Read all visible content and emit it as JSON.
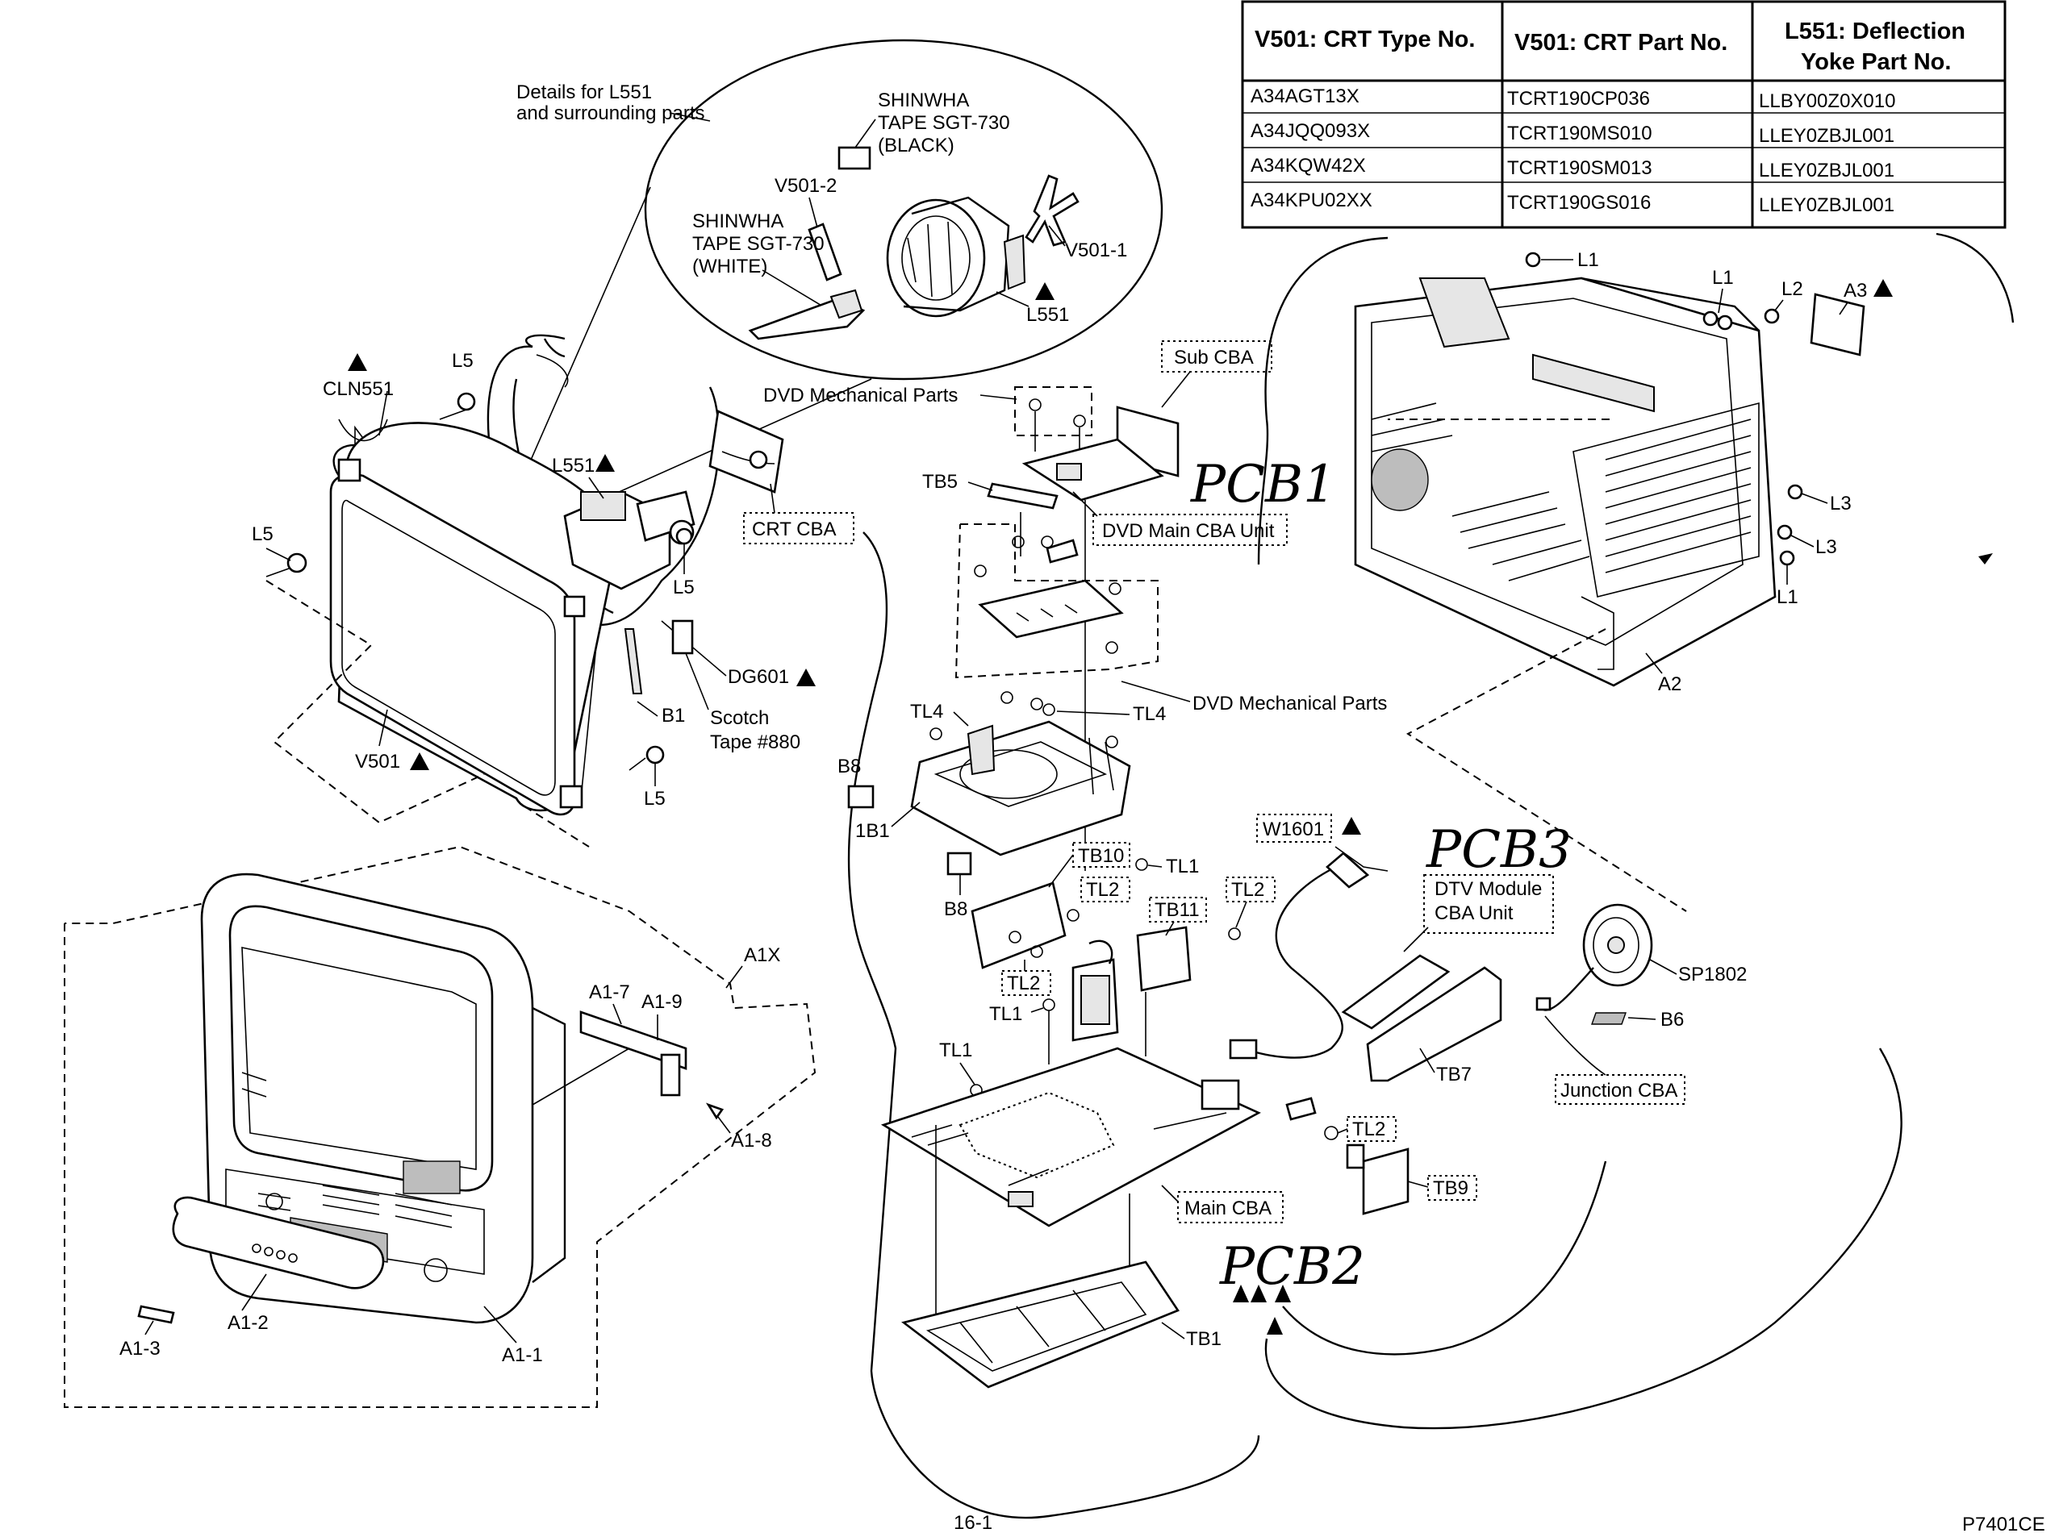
{
  "table": {
    "headers": [
      "V501: CRT Type No.",
      "V501: CRT Part No.",
      "L551: Deflection",
      "Yoke Part No."
    ],
    "rows": [
      [
        "A34AGT13X",
        "TCRT190CP036",
        "LLBY00Z0X010"
      ],
      [
        "A34JQQ093X",
        "TCRT190MS010",
        "LLEY0ZBJL001"
      ],
      [
        "A34KQW42X",
        "TCRT190SM013",
        "LLEY0ZBJL001"
      ],
      [
        "A34KPU02XX",
        "TCRT190GS016",
        "LLEY0ZBJL001"
      ]
    ]
  },
  "detail": {
    "title_1": "Details for L551",
    "title_2": "and surrounding parts",
    "tape_black_1": "SHINWHA",
    "tape_black_2": "TAPE SGT-730",
    "tape_black_3": "(BLACK)",
    "tape_white_1": "SHINWHA",
    "tape_white_2": "TAPE SGT-730",
    "tape_white_3": "(WHITE)",
    "v501_2": "V501-2",
    "v501_1": "V501-1",
    "l551": "L551"
  },
  "crt": {
    "cln551": "CLN551",
    "l5_a": "L5",
    "l5_b": "L5",
    "l5_c": "L5",
    "l5_d": "L5",
    "l551": "L551",
    "crt_cba": "CRT CBA",
    "dg601": "DG601",
    "b1": "B1",
    "scotch_1": "Scotch",
    "scotch_2": "Tape #880",
    "v501": "V501"
  },
  "dvd": {
    "dvd_mech_top": "DVD Mechanical Parts",
    "sub_cba": "Sub CBA",
    "tb5": "TB5",
    "pcb1": "PCB1",
    "dvd_main_cba": "DVD Main CBA Unit",
    "dvd_mech_bottom": "DVD Mechanical Parts",
    "tl4_a": "TL4",
    "tl4_b": "TL4",
    "b8_a": "B8",
    "ib1": "1B1",
    "b8_b": "B8"
  },
  "main": {
    "tb10": "TB10",
    "tl1_a": "TL1",
    "tl2_a": "TL2",
    "tb11": "TB11",
    "tl2_b": "TL2",
    "tl2_c": "TL2",
    "tl1_b": "TL1",
    "tl1_c": "TL1",
    "w1601": "W1601",
    "pcb3": "PCB3",
    "dtv_1": "DTV Module",
    "dtv_2": "CBA Unit",
    "tb7": "TB7",
    "tl2_d": "TL2",
    "tb9": "TB9",
    "main_cba": "Main CBA",
    "pcb2": "PCB2",
    "tb1": "TB1"
  },
  "cabinet_back": {
    "l1_a": "L1",
    "l1_b": "L1",
    "l2": "L2",
    "a3": "A3",
    "l3_a": "L3",
    "l3_b": "L3",
    "l1_c": "L1",
    "a2": "A2",
    "sp1802": "SP1802",
    "b6": "B6",
    "junction_cba": "Junction CBA"
  },
  "front": {
    "a1x": "A1X",
    "a1_7": "A1-7",
    "a1_9": "A1-9",
    "a1_8": "A1-8",
    "a1_3": "A1-3",
    "a1_2": "A1-2",
    "a1_1": "A1-1"
  },
  "footer": {
    "page": "16-1",
    "code": "P7401CE"
  }
}
